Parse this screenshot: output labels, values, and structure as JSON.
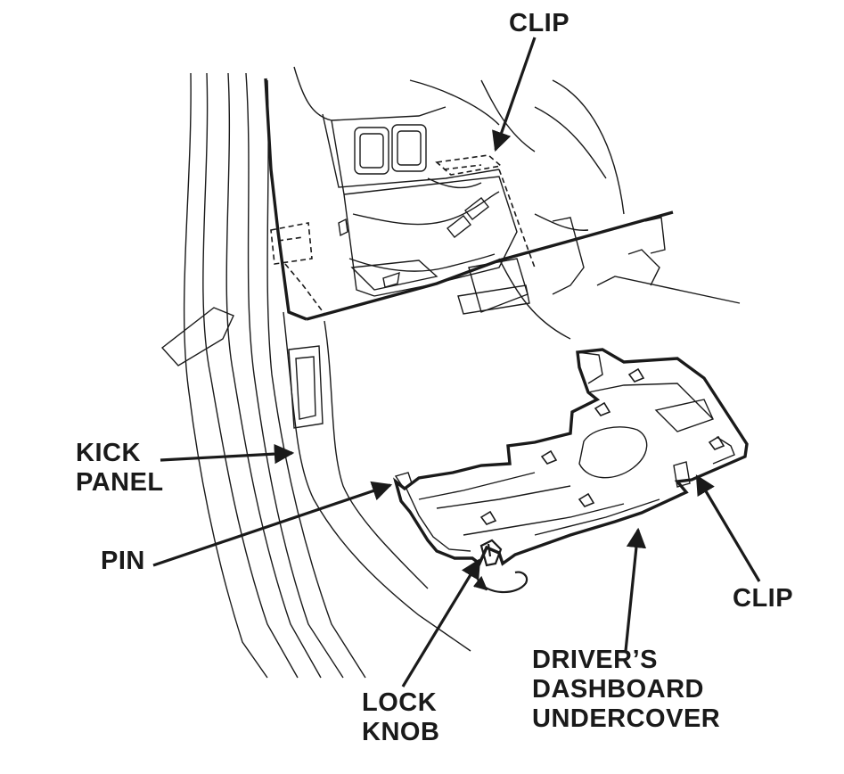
{
  "labels": {
    "clip_top": "CLIP",
    "kick_panel": [
      "KICK",
      "PANEL"
    ],
    "pin": "PIN",
    "clip_right": "CLIP",
    "lock_knob": [
      "LOCK",
      "KNOB"
    ],
    "undercover": [
      "DRIVER’S",
      "DASHBOARD",
      "UNDERCOVER"
    ]
  },
  "colors": {
    "line": "#1a1a1a",
    "background": "#ffffff"
  }
}
